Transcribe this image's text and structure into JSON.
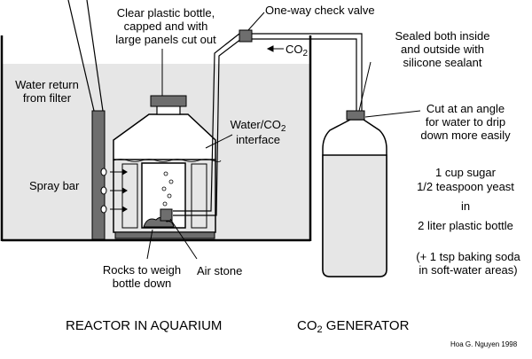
{
  "labels": {
    "bottle_line1": "Clear plastic bottle,",
    "bottle_line2": "capped and with",
    "bottle_line3": "large panels cut out",
    "check_valve": "One-way check valve",
    "co2_flow": "CO",
    "co2_flow_sub": "2",
    "sealed_line1": "Sealed both inside",
    "sealed_line2": "and outside with",
    "sealed_line3": "silicone sealant",
    "water_return_line1": "Water return",
    "water_return_line2": "from filter",
    "interface_line1": "Water/CO",
    "interface_sub": "2",
    "interface_line2": "interface",
    "cut_line1": "Cut at an angle",
    "cut_line2": "for water to drip",
    "cut_line3": "down more easily",
    "spray_bar": "Spray bar",
    "recipe_line1": "1 cup sugar",
    "recipe_line2": "1/2 teaspoon yeast",
    "recipe_line3": "in",
    "recipe_line4": "2 liter plastic bottle",
    "soda_line1": "(+ 1 tsp baking soda",
    "soda_line2": "in soft-water areas)",
    "rocks_line1": "Rocks to weigh",
    "rocks_line2": "bottle down",
    "air_stone": "Air stone"
  },
  "captions": {
    "reactor": "REACTOR IN AQUARIUM",
    "generator": "CO",
    "generator_sub": "2",
    "generator_rest": " GENERATOR"
  },
  "credit": "Hoa G. Nguyen 1998"
}
